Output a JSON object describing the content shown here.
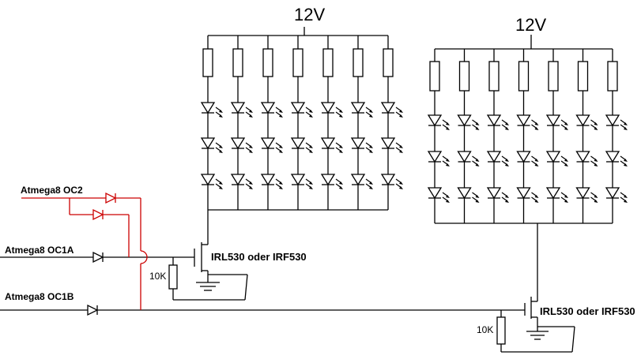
{
  "supply": {
    "left_label": "12V",
    "right_label": "12V"
  },
  "inputs": {
    "oc2": "Atmega8 OC2",
    "oc1a": "Atmega8 OC1A",
    "oc1b": "Atmega8 OC1B"
  },
  "mosfets": {
    "left": "IRL530 oder IRF530",
    "right": "IRL530 oder IRF530"
  },
  "resistors": {
    "left": "10K",
    "right": "10K"
  },
  "led_array": {
    "strings_per_bank": 7,
    "leds_per_string": 3
  },
  "colors": {
    "wire": "#000000",
    "highlight": "#cc0000"
  }
}
